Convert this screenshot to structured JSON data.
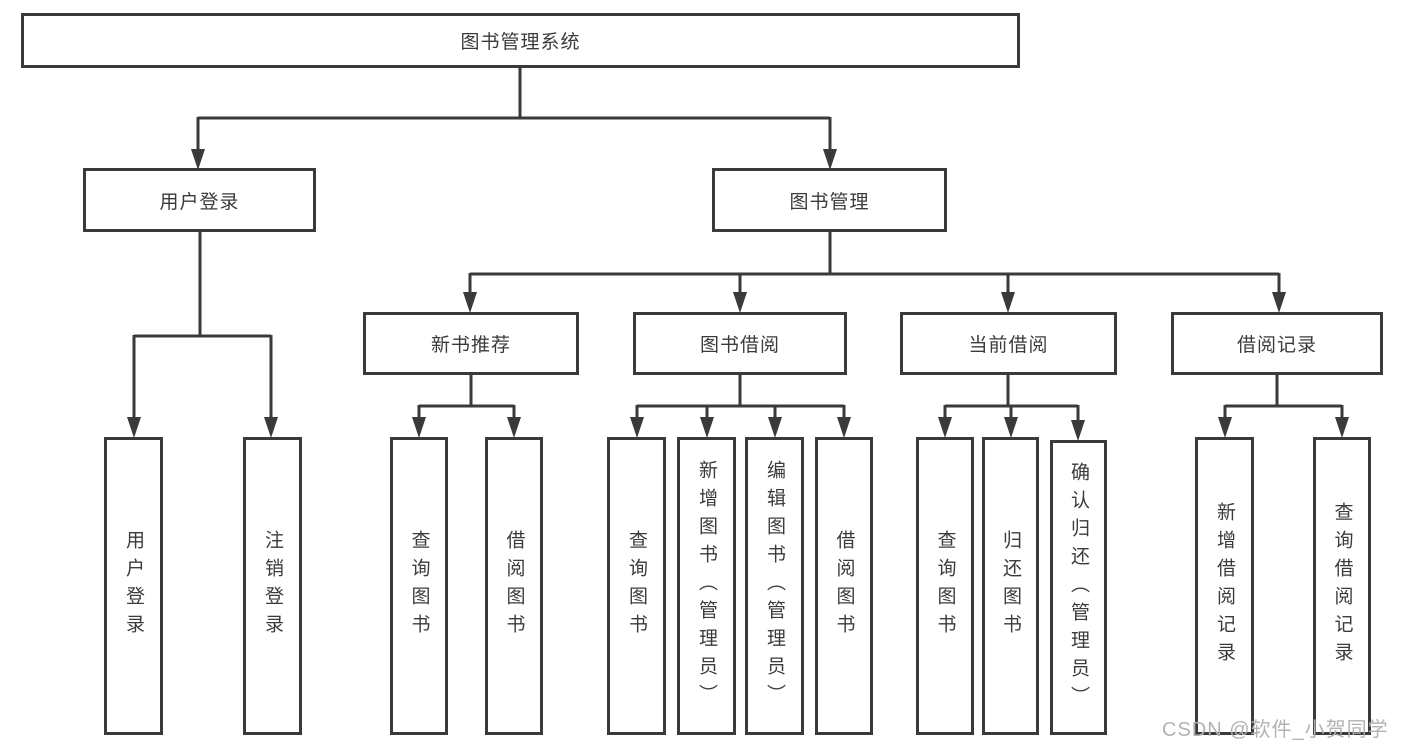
{
  "tree": {
    "root": {
      "label": "图书管理系统",
      "children": [
        {
          "label": "用户登录",
          "children": [
            {
              "label": "用户登录"
            },
            {
              "label": "注销登录"
            }
          ]
        },
        {
          "label": "图书管理",
          "children": [
            {
              "label": "新书推荐",
              "children": [
                {
                  "label": "查询图书"
                },
                {
                  "label": "借阅图书"
                }
              ]
            },
            {
              "label": "图书借阅",
              "children": [
                {
                  "label": "查询图书"
                },
                {
                  "label": "新增图书（管理员）"
                },
                {
                  "label": "编辑图书（管理员）"
                },
                {
                  "label": "借阅图书"
                }
              ]
            },
            {
              "label": "当前借阅",
              "children": [
                {
                  "label": "查询图书"
                },
                {
                  "label": "归还图书"
                },
                {
                  "label": "确认归还（管理员）"
                }
              ]
            },
            {
              "label": "借阅记录",
              "children": [
                {
                  "label": "新增借阅记录"
                },
                {
                  "label": "查询借阅记录"
                }
              ]
            }
          ]
        }
      ]
    }
  },
  "watermark": "CSDN @软件_小贺同学",
  "colors": {
    "line": "#3a3a3a",
    "text": "#3b3b3b",
    "watermark": "#b2b2b2",
    "background": "#ffffff"
  }
}
